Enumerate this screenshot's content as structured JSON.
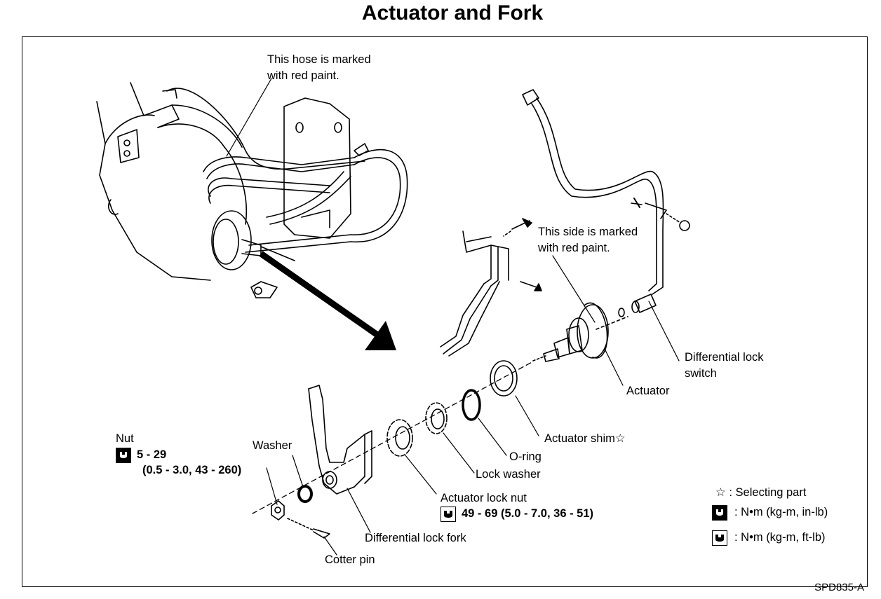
{
  "title": "Actuator and Fork",
  "labels": {
    "hose_note_1": "This hose is marked",
    "hose_note_2": "with red paint.",
    "side_note_1": "This side is marked",
    "side_note_2": "with red paint.",
    "diff_lock_switch_1": "Differential lock",
    "diff_lock_switch_2": "switch",
    "actuator": "Actuator",
    "actuator_shim": "Actuator shim☆",
    "o_ring": "O-ring",
    "lock_washer": "Lock washer",
    "actuator_lock_nut": "Actuator lock nut",
    "actuator_lock_nut_torque": "49 - 69 (5.0 - 7.0, 36 - 51)",
    "differential_lock_fork": "Differential lock fork",
    "cotter_pin": "Cotter pin",
    "washer": "Washer",
    "nut": "Nut",
    "nut_torque_1": "5 - 29",
    "nut_torque_2": "(0.5 - 3.0, 43 - 260)"
  },
  "legend": {
    "selecting_part": "☆  :  Selecting part",
    "unit_inlb": ":  N•m (kg-m, in-lb)",
    "unit_ftlb": ":  N•m (kg-m, ft-lb)"
  },
  "figure_code": "SPD835-A"
}
